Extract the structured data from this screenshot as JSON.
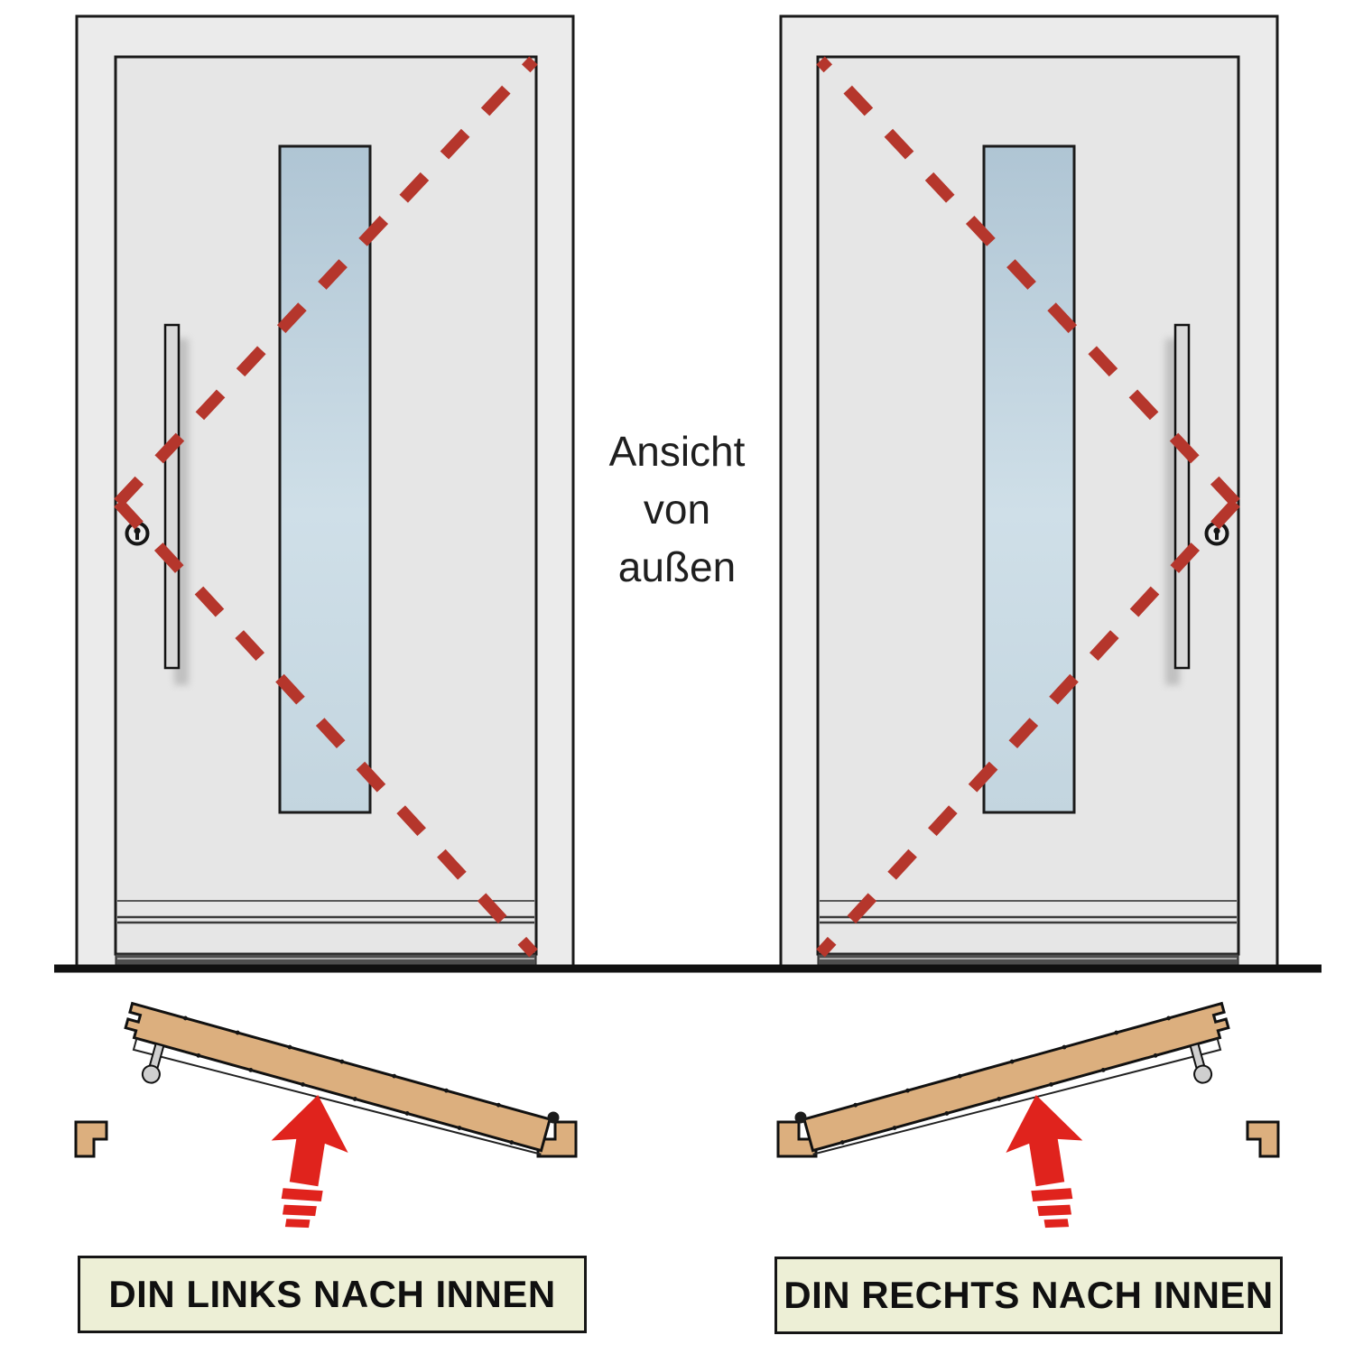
{
  "center_label": {
    "line1": "Ansicht",
    "line2": "von",
    "line3": "außen"
  },
  "captions": {
    "left": "DIN LINKS NACH INNEN",
    "right": "DIN RECHTS NACH INNEN"
  },
  "colors": {
    "dash_red": "#b5362c",
    "arrow_red": "#e0231d",
    "wood": "#dcaf7e",
    "caption_bg": "#edefd6",
    "frame_gray": "#ebebeb",
    "leaf_gray": "#e6e6e6",
    "glass_top": "#afc5d4",
    "glass_mid": "#cfdfe8",
    "glass_bottom": "#c3d5df"
  }
}
